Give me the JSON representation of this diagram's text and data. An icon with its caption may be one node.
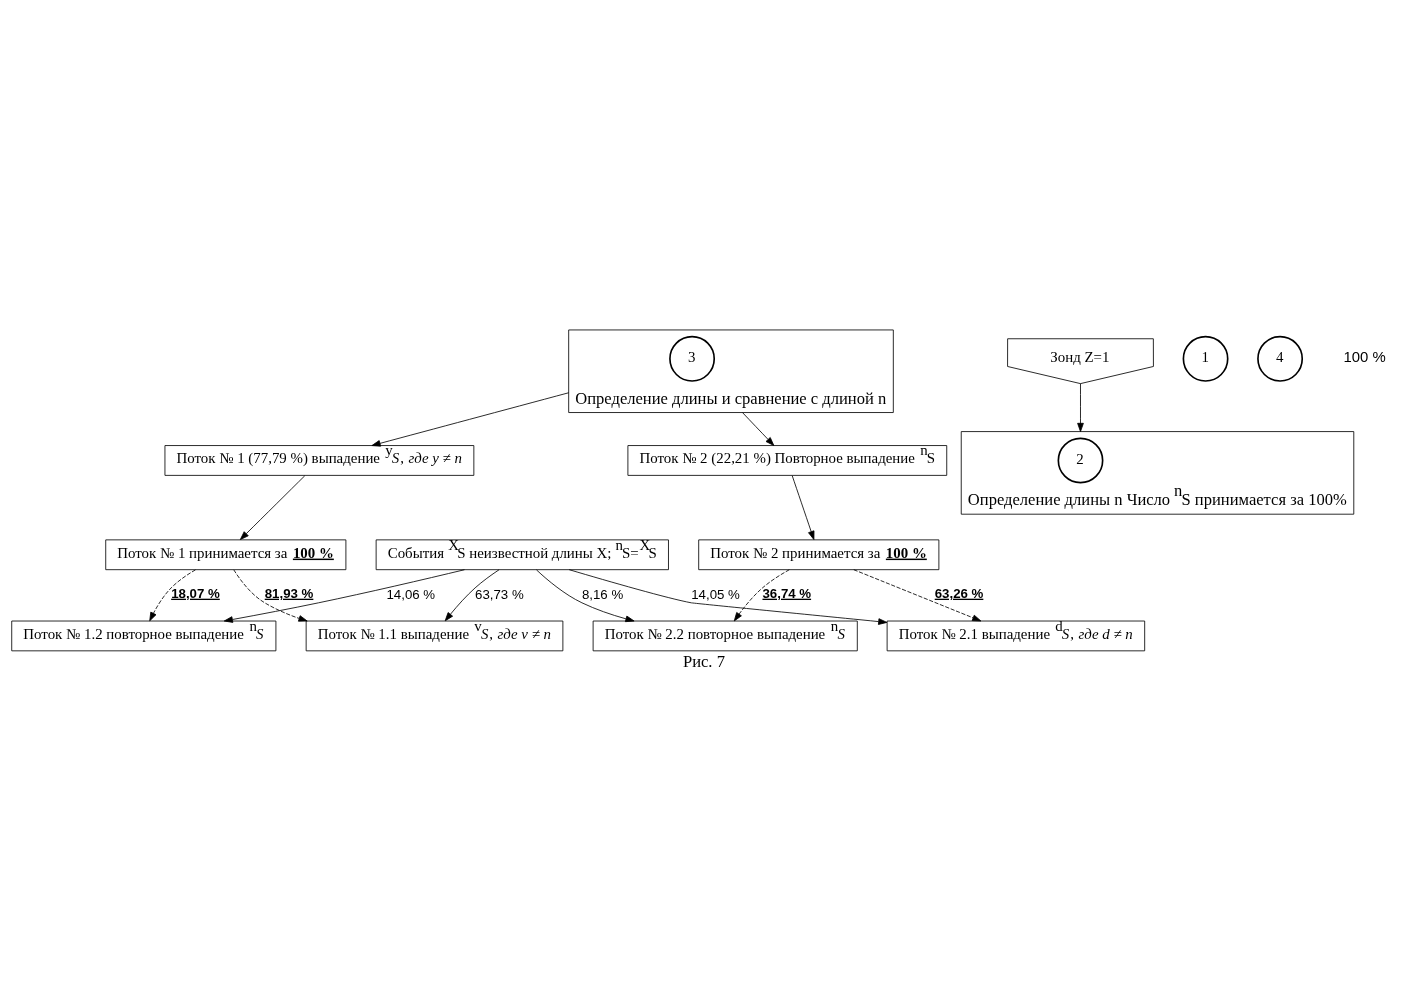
{
  "diagram": {
    "caption": "Рис. 7",
    "nodes": [
      {
        "text": [
          "Поток № 1 принимается за **100 %**"
        ]
      },
      {
        "text": [
          "Поток № 1 (77,79 %) выпадение $^{y}$*S*, *где y ≠ n*"
        ]
      },
      {
        "text": [
          "Зонд Z=1"
        ]
      },
      {
        "text": [
          "1"
        ]
      },
      {
        "text": [
          "Определение длины и сравнение с длиной n"
        ]
      },
      {
        "text": [
          "3"
        ],
        "in": 4
      },
      {
        "text": [
          "Определение длины n Число $^{n}$S принимается за 100%"
        ]
      },
      {
        "text": [
          "2"
        ],
        "in": 6
      },
      {
        "text": [
          "События $^{X}$S неизвестной длины X; $^{n}$S=$^{X}$S"
        ]
      },
      {
        "text": [
          "4"
        ]
      },
      {
        "text": [
          "Поток № 2 (22,21 %) Повторное выпадение $^{n}$S"
        ]
      },
      {
        "text": [
          "Поток № 2 принимается за **100 %**"
        ]
      },
      {
        "text": [
          "Поток № 1.1 выпадение $^{v}$*S*, *где v ≠ n*"
        ]
      },
      {
        "text": [
          "Поток № 1.2 повторное выпадение $^{n}$*S*"
        ]
      },
      {
        "text": [
          "Поток № 2.1 выпадение $^{d}$*S*, *где d ≠ n*"
        ]
      },
      {
        "text": [
          "Поток № 2.2 повторное выпадение $^{n}$*S*"
        ]
      }
    ],
    "edges": [
      {
        "from": 4,
        "to": 1,
        "arrow": "to"
      },
      {
        "from": 1,
        "to": 0,
        "arrow": "to"
      },
      {
        "from": 2,
        "to": 6,
        "arrow": "to"
      },
      {
        "from": 4,
        "to": 10,
        "arrow": "to"
      },
      {
        "from": 10,
        "to": 11,
        "arrow": "to"
      },
      {
        "from": 0,
        "to": 12,
        "arrow": "to",
        "style": "dashed",
        "label": "**81,93 %**"
      },
      {
        "from": 0,
        "to": 13,
        "arrow": "to",
        "style": "dashed",
        "label": "**18,07 %**"
      },
      {
        "from": 11,
        "to": 14,
        "arrow": "to",
        "style": "dashed",
        "label": "**63,26 %**"
      },
      {
        "from": 11,
        "to": 15,
        "arrow": "to",
        "style": "dashed",
        "label": "**36,74 %**"
      },
      {
        "from": 8,
        "to": 12,
        "arrow": "to",
        "label": "63,73 %"
      },
      {
        "from": 8,
        "to": 13,
        "arrow": "to",
        "label": "14,06 %"
      },
      {
        "from": 8,
        "to": 14,
        "arrow": "to",
        "label": "14,05 %"
      },
      {
        "from": 8,
        "to": 15,
        "arrow": "to",
        "label": "8,16 %"
      }
    ],
    "labels": [
      "100 %"
    ]
  }
}
